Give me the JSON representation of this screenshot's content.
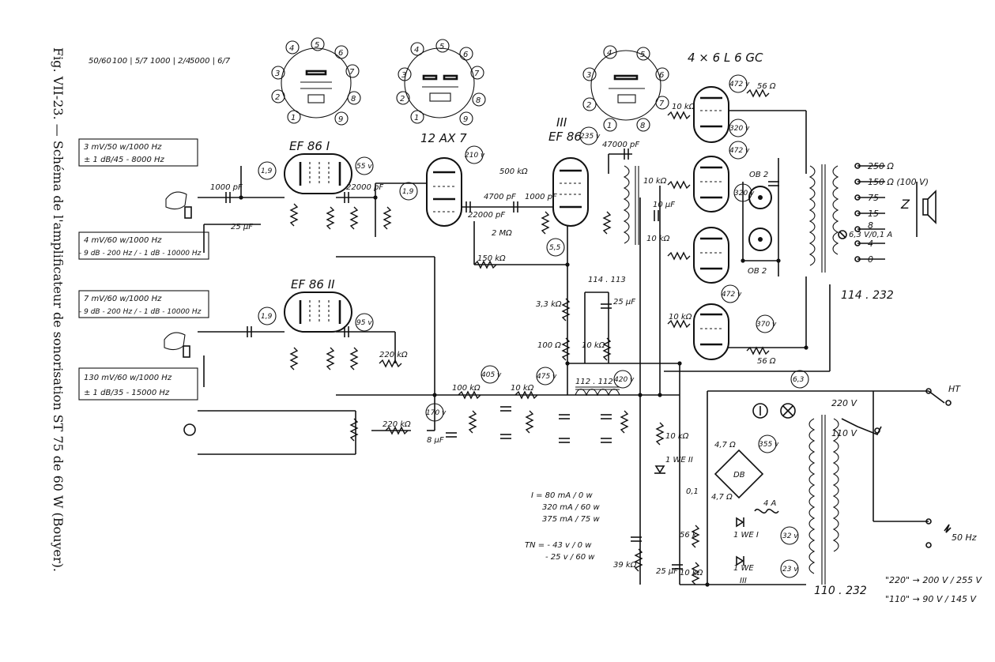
{
  "caption": "Fig. VII-23. — Schéma de l'amplificateur de sonorisation ST 75 de 60 W (Bouyer).",
  "pin_table": [
    "50/60",
    "100 | 5/7",
    "1000 | 2/4",
    "5000 | 6/7"
  ],
  "tubes": {
    "ef86_1": "EF 86   I",
    "ax7": "12 AX 7",
    "ef86_3a": "III",
    "ef86_3b": "EF 86",
    "l6": "4 × 6 L 6  GC",
    "ef86_2": "EF 86   II"
  },
  "inputs": {
    "in1_a": "3 mV/50 w/1000 Hz",
    "in1_b": "± 1 dB/45 - 8000 Hz",
    "in2_a": "4 mV/60 w/1000 Hz",
    "in2_b": "- 9 dB - 200 Hz / - 1 dB - 10000 Hz",
    "in3_a": "7 mV/60 w/1000 Hz",
    "in3_b": "- 9 dB - 200 Hz / - 1 dB - 10000 Hz",
    "in4_a": "130 mV/60 w/1000 Hz",
    "in4_b": "± 1 dB/35 - 15000 Hz"
  },
  "voltages": [
    "1,9",
    "55 v",
    "210 v",
    "1,9",
    "235 v",
    "5,5",
    "1,9",
    "95 v",
    "170 v",
    "405 v",
    "475 v",
    "420 v",
    "472 v",
    "320 v",
    "472 v",
    "320 v",
    "472 v",
    "370 v",
    "6,3",
    "355 v",
    "32 v",
    "23 v"
  ],
  "components": {
    "c1000": "1000 pF",
    "c22000": "22000 pF",
    "c47000": "47000 pF",
    "r500k": "500 kΩ",
    "r2m": "2 MΩ",
    "c4700": "4700 pF",
    "c1000b": "1000 pF",
    "c22000b": "22000 pF",
    "r150k": "150 kΩ",
    "c25uF": "25 µF",
    "r220k": "220 kΩ",
    "r220k2": "220 kΩ",
    "r100k": "100 kΩ",
    "r10k": "10 kΩ",
    "l112": "112 . 112",
    "r10k2": "10 kΩ",
    "c8uF": "8 µF",
    "r3k3": "3,3 kΩ",
    "r100": "100 Ω",
    "r10k3": "10 kΩ",
    "c25uF2": "25 µF",
    "t114113": "114 . 113",
    "r56": "56 Ω",
    "r56b": "56 Ω",
    "ob2a": "OB 2",
    "ob2b": "OB 2",
    "r10ka": "10 kΩ",
    "r10kb": "10 kΩ",
    "r10kc": "10 kΩ",
    "r10kd": "10 kΩ",
    "c10uF": "10 µF",
    "db": "DB",
    "r47": "4,7 Ω",
    "r47b": "4,7 Ω",
    "fuse": "4 A",
    "we1": "1 WE   I",
    "we2": "1 WE   II",
    "we3": "1 WE",
    "we3r": "III",
    "r39k": "39 kΩ",
    "c25uF3": "25 µF",
    "r56k": "56 k",
    "r10kfe": "10 kΩ",
    "c01": "0,1"
  },
  "output": {
    "taps": [
      "250 Ω",
      "150 Ω (100 V)",
      "75",
      "15",
      "8",
      "4",
      "0"
    ],
    "lamp": "6,3 V/0,1 A",
    "speaker": "Z",
    "transformer": "114 . 232",
    "power_transformer": "110 . 232"
  },
  "power": {
    "ht": "HT",
    "mains": "50 Hz",
    "v220": "220 V",
    "v110": "110 V",
    "note_220": "\"220\" → 200 V / 255 V",
    "note_110": "\"110\" → 90 V / 145 V",
    "current_a": "I = 80 mA / 0 w",
    "current_b": "320 mA / 60 w",
    "current_c": "375 mA / 75 w",
    "bias_a": "TN = - 43 v / 0 w",
    "bias_b": "- 25 v / 60 w"
  }
}
